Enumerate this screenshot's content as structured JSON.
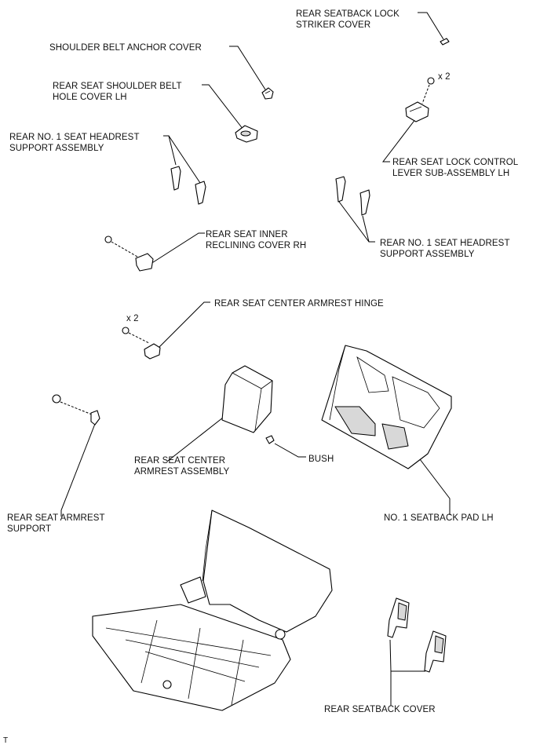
{
  "labels": {
    "rear_seatback_lock_striker_cover": [
      "REAR SEATBACK LOCK",
      "STRIKER COVER"
    ],
    "shoulder_belt_anchor_cover": [
      "SHOULDER BELT ANCHOR COVER"
    ],
    "rear_seat_shoulder_belt_hole_cover_lh": [
      "REAR SEAT SHOULDER BELT",
      "HOLE COVER LH"
    ],
    "rear_no1_seat_headrest_support_left": [
      "REAR NO. 1 SEAT HEADREST",
      "SUPPORT ASSEMBLY"
    ],
    "rear_seat_lock_control_lever": [
      "REAR SEAT LOCK CONTROL",
      "LEVER SUB-ASSEMBLY LH"
    ],
    "rear_no1_seat_headrest_support_right": [
      "REAR NO. 1 SEAT HEADREST",
      "SUPPORT ASSEMBLY"
    ],
    "rear_seat_inner_reclining_cover_rh": [
      "REAR SEAT INNER",
      "RECLINING COVER RH"
    ],
    "rear_seat_center_armrest_hinge": [
      "REAR SEAT CENTER ARMREST HINGE"
    ],
    "rear_seat_center_armrest_assembly": [
      "REAR SEAT CENTER",
      "ARMREST ASSEMBLY"
    ],
    "bush": [
      "BUSH"
    ],
    "rear_seat_armrest_support": [
      "REAR SEAT ARMREST",
      "SUPPORT"
    ],
    "no1_seatback_pad_lh": [
      "NO. 1 SEATBACK PAD LH"
    ],
    "rear_seatback_cover": [
      "REAR SEATBACK COVER"
    ]
  },
  "quantities": {
    "lock_control_bolts": "x 2",
    "armrest_hinge_bolts": "x 2"
  },
  "corner_mark": "T"
}
